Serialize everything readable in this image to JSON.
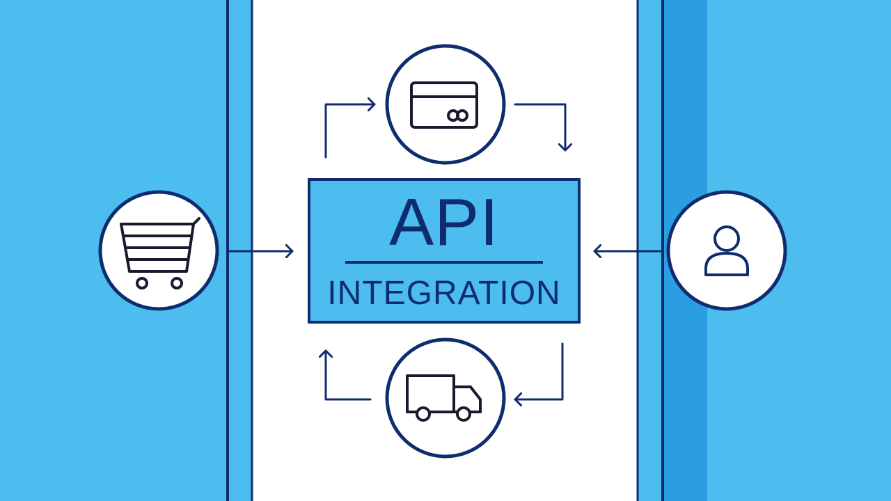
{
  "diagram": {
    "title": "API",
    "subtitle": "INTEGRATION",
    "nodes": [
      {
        "id": "cart",
        "icon": "shopping-cart-icon"
      },
      {
        "id": "payment",
        "icon": "credit-card-icon"
      },
      {
        "id": "user",
        "icon": "user-icon"
      },
      {
        "id": "delivery",
        "icon": "delivery-truck-icon"
      }
    ]
  },
  "colors": {
    "background": "#4cbdee",
    "panel": "#ffffff",
    "accent_band": "#2a9ee0",
    "stroke": "#0f2d6e",
    "hub_fill": "#4cbdee"
  }
}
